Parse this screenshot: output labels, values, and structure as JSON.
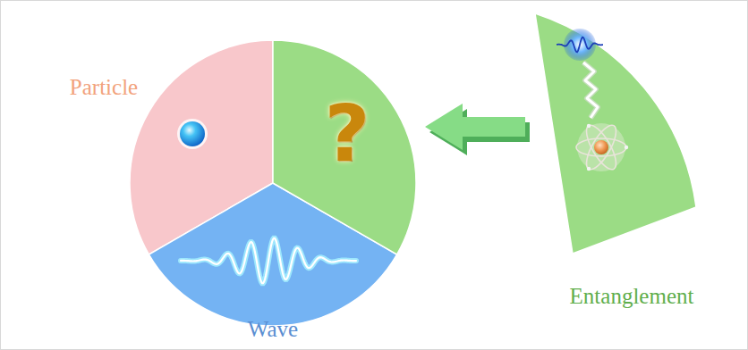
{
  "diagram": {
    "nodes": [
      {
        "text": [
          "Particle"
        ]
      },
      {
        "text": [
          "Wave"
        ]
      },
      {
        "text": [
          "?"
        ]
      },
      {
        "text": [
          "Entanglement"
        ]
      }
    ],
    "edges": [
      {
        "from": 3,
        "to": 2,
        "arrow": "to"
      }
    ]
  }
}
